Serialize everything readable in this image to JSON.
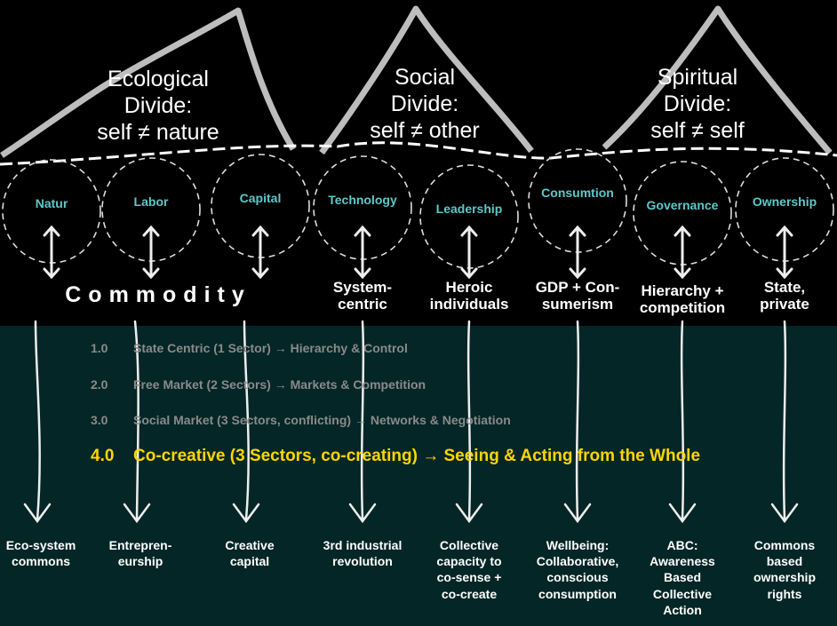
{
  "divides": [
    {
      "title": "Ecological\nDivide:\nself ≠ nature"
    },
    {
      "title": "Social\nDivide:\nself ≠ other"
    },
    {
      "title": "Spiritual\nDivide:\nself ≠ self"
    }
  ],
  "dimensions": [
    {
      "label": "Natur",
      "outcome": "Eco-system\ncommons"
    },
    {
      "label": "Labor",
      "outcome": "Entrepren-\neurship"
    },
    {
      "label": "Capital",
      "outcome": "Creative\ncapital"
    },
    {
      "label": "Technology",
      "result": "System-\ncentric",
      "outcome": "3rd industrial\nrevolution"
    },
    {
      "label": "Leadership",
      "result": "Heroic\nindividuals",
      "outcome": "Collective\ncapacity to\nco-sense +\nco-create"
    },
    {
      "label": "Consumtion",
      "result": "GDP + Con-\nsumerism",
      "outcome": "Wellbeing:\nCollaborative,\nconscious\nconsumption"
    },
    {
      "label": "Governance",
      "result": "Hierarchy +\ncompetition",
      "outcome": "ABC:\nAwareness\nBased\nCollective\nAction"
    },
    {
      "label": "Ownership",
      "result": "State,\nprivate",
      "outcome": "Commons\nbased\nownership\nrights"
    }
  ],
  "commodity": "Commodity",
  "levels": [
    {
      "num": "1.0",
      "text": "State Centric (1 Sector)  → Hierarchy & Control"
    },
    {
      "num": "2.0",
      "text": "Free Market (2 Sectors) → Markets & Competition"
    },
    {
      "num": "3.0",
      "text": "Social Market (3 Sectors, conflicting) → Networks & Negotiation"
    },
    {
      "num": "4.0",
      "text": "Co-creative (3 Sectors, co-creating) → Seeing & Acting from the Whole"
    }
  ],
  "colors": {
    "dimension": "#5ec9c9",
    "highlight": "#ffd500",
    "bottom_bg": "#052626"
  }
}
